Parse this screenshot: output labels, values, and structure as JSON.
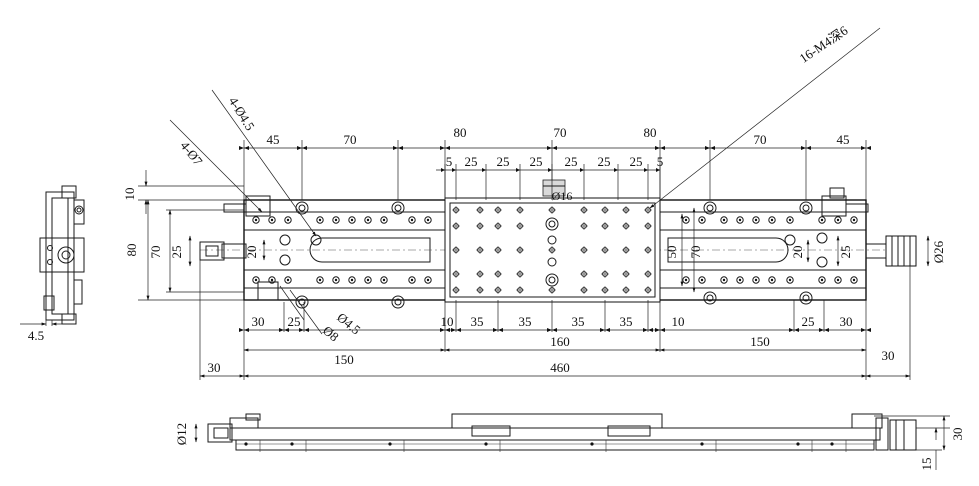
{
  "labels": {
    "thread_note": "16-M4深6",
    "hole_a": "4-Ø4.5",
    "hole_b": "4-Ø7",
    "hole_c": "Ø16",
    "hole_d": "Ø4.5",
    "hole_e": "Ø8",
    "dia_right": "Ø26",
    "dia_left": "Ø12"
  },
  "dims_top": [
    "45",
    "70",
    "80",
    "70",
    "80",
    "70",
    "45"
  ],
  "dims_pitch": [
    "5",
    "25",
    "25",
    "25",
    "25",
    "25",
    "25",
    "5"
  ],
  "dims_bottom_row1": [
    "30",
    "25",
    "10",
    "35",
    "35",
    "35",
    "35",
    "10",
    "25",
    "30"
  ],
  "dims_bottom_row2": [
    "150",
    "160",
    "150"
  ],
  "dims_bottom_row3": [
    "30",
    "460",
    "30"
  ],
  "dims_left": [
    "10",
    "80",
    "70",
    "25",
    "20"
  ],
  "dims_right": [
    "50",
    "70",
    "20",
    "25"
  ],
  "dims_small": [
    "4.5",
    "30",
    "15"
  ]
}
